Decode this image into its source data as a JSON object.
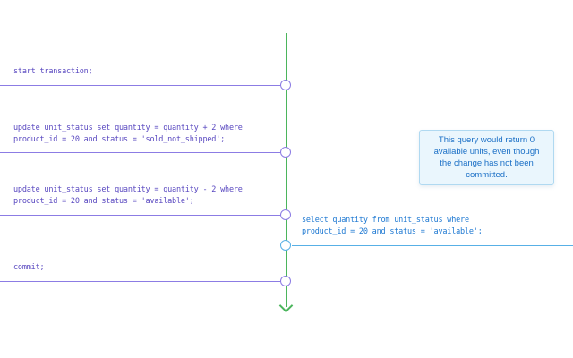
{
  "diagram": {
    "transaction": {
      "statements": [
        {
          "sql": "start transaction;"
        },
        {
          "sql": "update unit_status set quantity = quantity + 2 where\nproduct_id = 20 and status = 'sold_not_shipped';"
        },
        {
          "sql": "update unit_status set quantity = quantity - 2 where\nproduct_id = 20 and status = 'available';"
        },
        {
          "sql": "commit;"
        }
      ]
    },
    "concurrent_query": {
      "sql": "select quantity from unit_status where\nproduct_id = 20 and status = 'available';"
    },
    "callout": {
      "text": "This query would return 0\navailable units, even though\nthe change has not been\ncommitted."
    },
    "colors": {
      "timeline_green": "#4bb55c",
      "transaction_purple": "#8c7ce4",
      "sql_text_purple": "#5948c0",
      "query_blue": "#58b0e6",
      "query_text_blue": "#1d78d2",
      "callout_background": "#eaf6fd",
      "callout_border": "#b0d9f1",
      "callout_text": "#1a6fc6"
    }
  }
}
